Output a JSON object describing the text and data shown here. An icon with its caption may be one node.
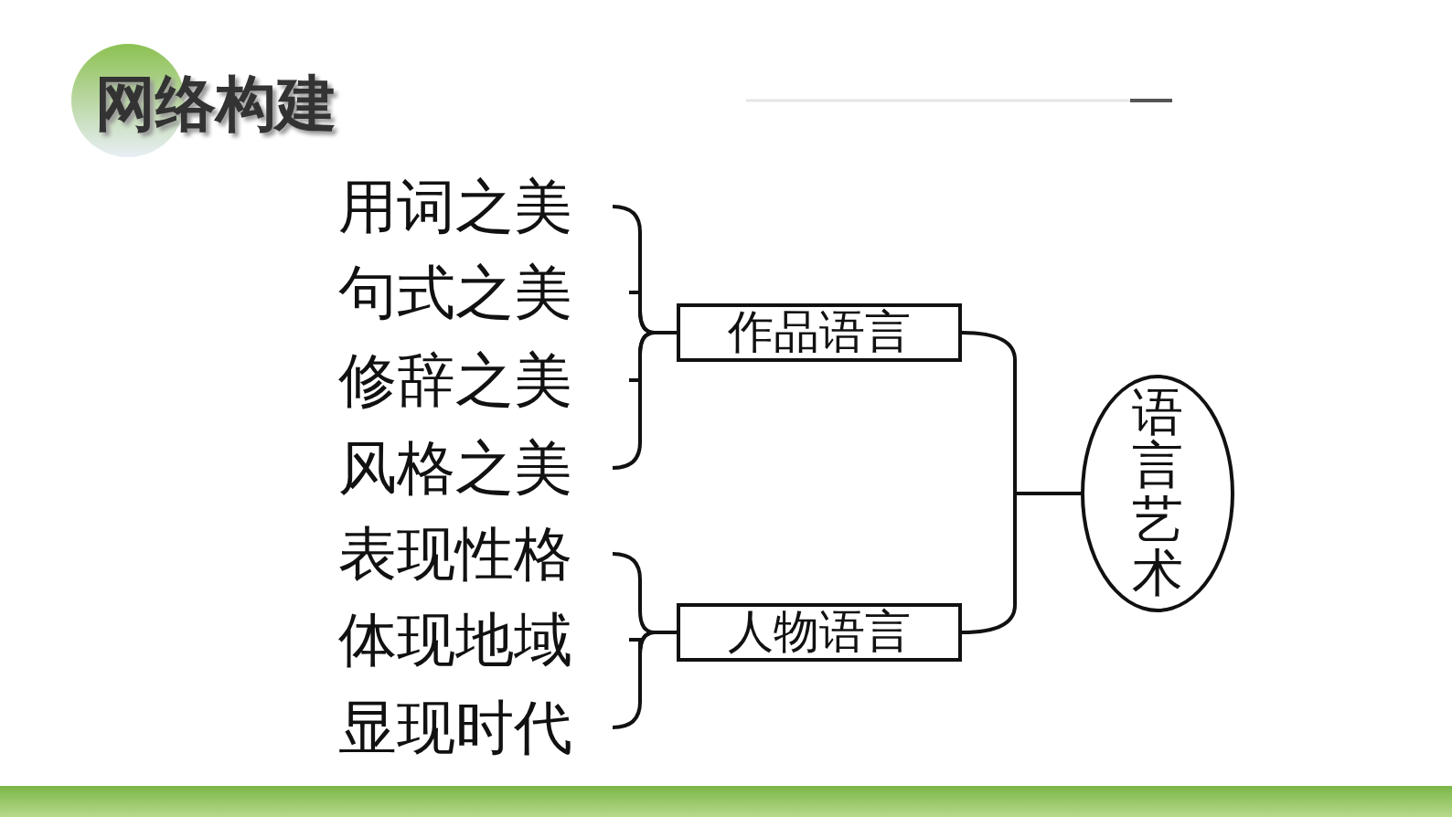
{
  "diagram": {
    "title": "网络构建",
    "nodes": [
      {
        "text": [
          "用词之美"
        ]
      },
      {
        "text": [
          "句式之美"
        ]
      },
      {
        "text": [
          "修辞之美"
        ]
      },
      {
        "text": [
          "风格之美"
        ]
      },
      {
        "text": [
          "作品语言"
        ]
      },
      {
        "text": [
          "表现性格"
        ]
      },
      {
        "text": [
          "体现地域"
        ]
      },
      {
        "text": [
          "显现时代"
        ]
      },
      {
        "text": [
          "人物语言"
        ]
      },
      {
        "text": [
          "语言艺术"
        ]
      }
    ],
    "edges": [
      {
        "from": 0,
        "to": 4,
        "arrow": "none"
      },
      {
        "from": 1,
        "to": 4,
        "arrow": "none"
      },
      {
        "from": 2,
        "to": 4,
        "arrow": "none"
      },
      {
        "from": 3,
        "to": 4,
        "arrow": "none"
      },
      {
        "from": 5,
        "to": 8,
        "arrow": "none"
      },
      {
        "from": 6,
        "to": 8,
        "arrow": "none"
      },
      {
        "from": 7,
        "to": 8,
        "arrow": "none"
      },
      {
        "from": 4,
        "to": 9,
        "arrow": "none"
      },
      {
        "from": 8,
        "to": 9,
        "arrow": "none"
      }
    ]
  }
}
